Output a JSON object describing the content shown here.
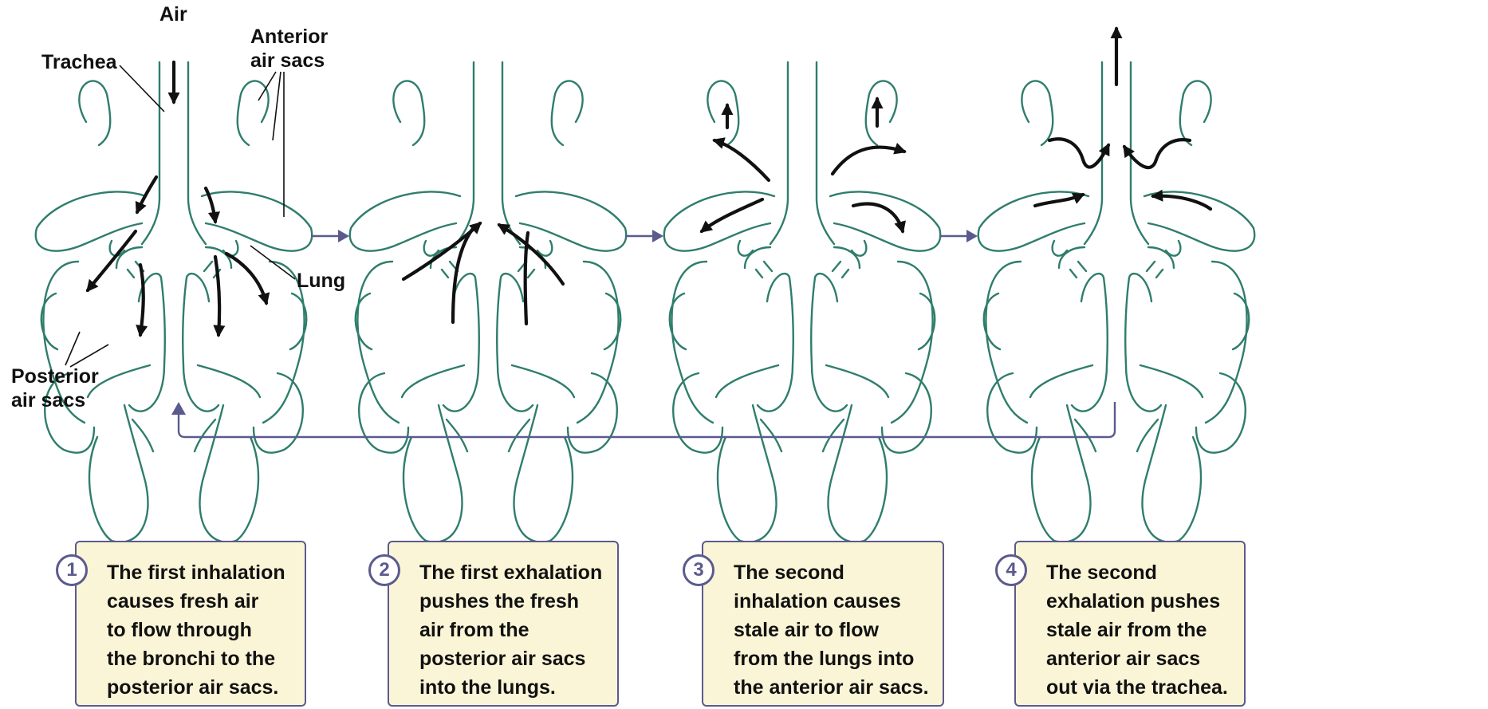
{
  "colors": {
    "outline": "#2f7d6d",
    "flow_arrows": "#111111",
    "connector": "#5b5a8e",
    "card_fill": "#fbf5d7",
    "card_border": "#5b5a8e"
  },
  "labels": {
    "air": "Air",
    "trachea": "Trachea",
    "anterior_line1": "Anterior",
    "anterior_line2": "air sacs",
    "lung": "Lung",
    "posterior_line1": "Posterior",
    "posterior_line2": "air sacs"
  },
  "panels": [
    {
      "name": "first-inhalation"
    },
    {
      "name": "first-exhalation"
    },
    {
      "name": "second-inhalation"
    },
    {
      "name": "second-exhalation"
    }
  ],
  "steps": [
    {
      "number": "1",
      "text": "The first inhalation\ncauses fresh air\nto flow through\nthe bronchi to the\nposterior air sacs."
    },
    {
      "number": "2",
      "text": "The first exhalation\npushes the fresh\nair from the\nposterior air sacs\ninto the lungs."
    },
    {
      "number": "3",
      "text": "The second\ninhalation causes\nstale air to flow\nfrom the lungs into\nthe anterior air sacs."
    },
    {
      "number": "4",
      "text": "The second\nexhalation pushes\nstale air from the\nanterior air sacs\nout via the trachea."
    }
  ]
}
